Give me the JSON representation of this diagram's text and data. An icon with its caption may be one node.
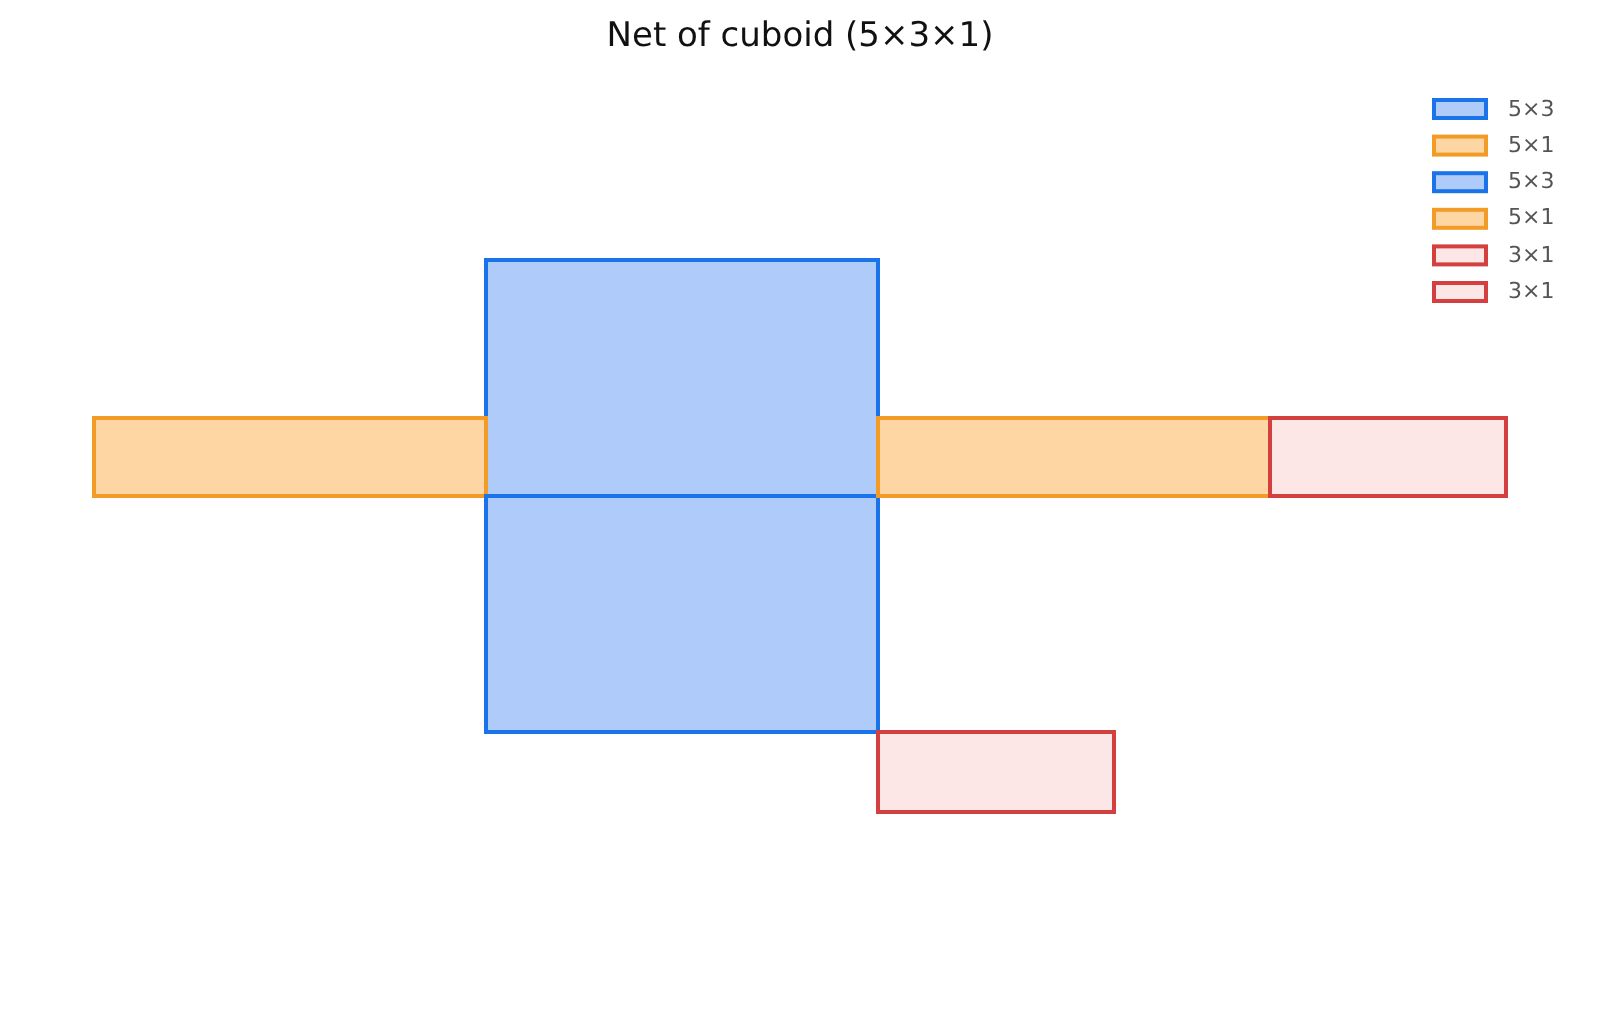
{
  "diagram": {
    "title": "Net of cuboid (5×3×1)",
    "legend": [
      {
        "text": "5×3",
        "color": "#aecbfa"
      },
      {
        "text": "5×1",
        "color": "#fed6a4"
      },
      {
        "text": "5×3",
        "color": "#aecbfa"
      },
      {
        "text": "5×1",
        "color": "#fed6a4"
      },
      {
        "text": "3×1",
        "color": "#fce6e6"
      },
      {
        "text": "3×1",
        "color": "#fce6e6"
      }
    ]
  }
}
